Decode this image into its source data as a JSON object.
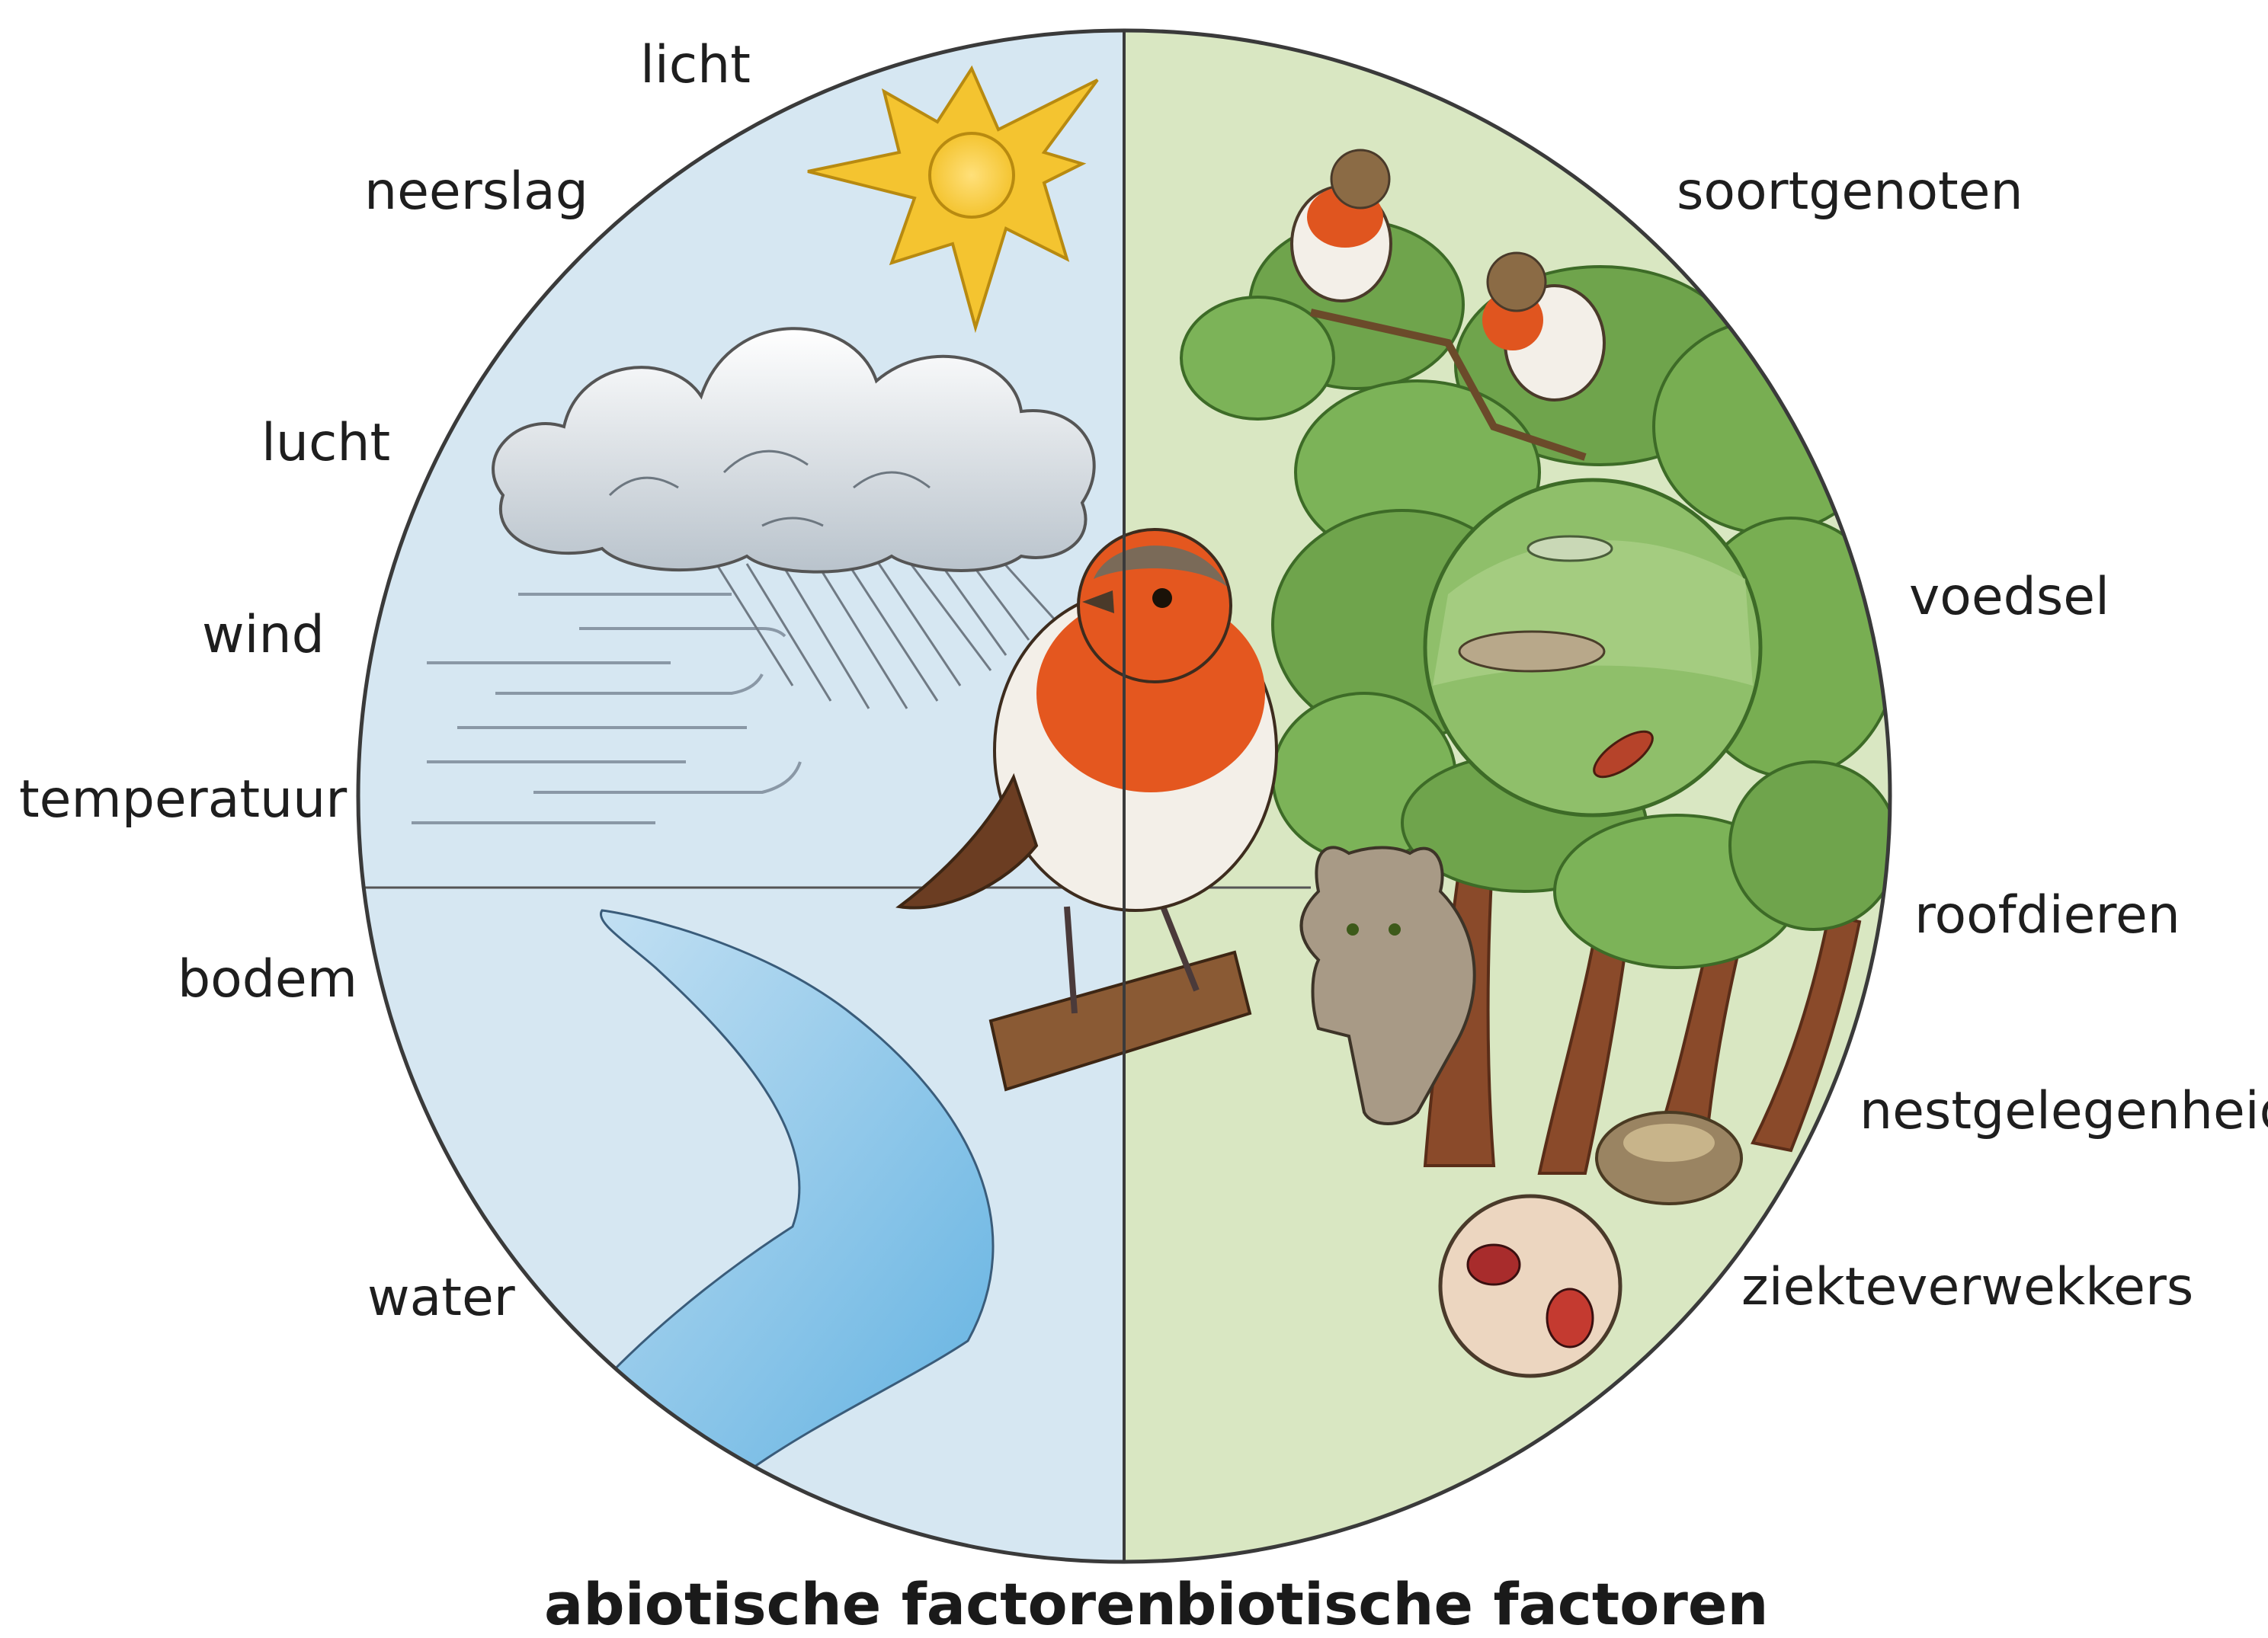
{
  "colors": {
    "abiotic_background": "#d6e7f2",
    "biotic_background": "#d9e7c2",
    "circle_outline": "#3a3a3a",
    "text": "#1e1e1e"
  },
  "abiotic": {
    "caption": "abiotische factoren",
    "factors": {
      "licht": "licht",
      "neerslag": "neerslag",
      "lucht": "lucht",
      "wind": "wind",
      "temperatuur": "temperatuur",
      "bodem": "bodem",
      "water": "water"
    }
  },
  "biotic": {
    "caption": "biotische factoren",
    "factors": {
      "soortgenoten": "soortgenoten",
      "voedsel": "voedsel",
      "roofdieren": "roofdieren",
      "nestgelegenheid": "nestgelegenheid",
      "ziekteverwekkers": "ziekteverwekkers"
    }
  },
  "illustration_icons": [
    "sun-icon",
    "rain-cloud-icon",
    "wind-icon",
    "river-icon",
    "robin-icon",
    "tree-icon",
    "insects-icon",
    "cat-icon",
    "nest-icon",
    "ticks-icon"
  ]
}
